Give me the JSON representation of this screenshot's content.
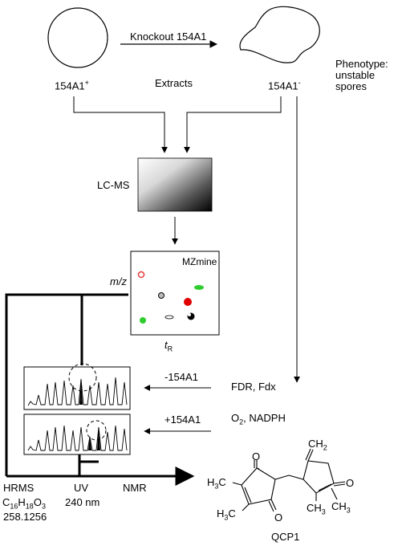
{
  "top": {
    "knockout_label": "Knockout 154A1",
    "wildtype_label": "154A1",
    "wildtype_sup": "+",
    "mutant_label": "154A1",
    "mutant_sup": "-",
    "extracts_label": "Extracts",
    "phenotype_label": "Phenotype:",
    "phenotype_line2": "unstable",
    "phenotype_line3": "spores"
  },
  "lcms": {
    "label": "LC-MS"
  },
  "mzmine": {
    "label": "MZmine",
    "y_axis": "m/z",
    "x_axis_main": "t",
    "x_axis_sub": "R",
    "spot_colors": [
      "#e53a3a",
      "#2ecc2e",
      "#e00000",
      "#999999",
      "#000000"
    ]
  },
  "chromatograms": {
    "minus_label": "-154A1",
    "plus_label": "+154A1"
  },
  "cofactors": {
    "line1": "FDR, Fdx",
    "line2_main": "O",
    "line2_sub": "2",
    "line2_rest": ", NADPH"
  },
  "analysis": {
    "hrms": "HRMS",
    "uv": "UV",
    "nmr": "NMR",
    "formula_c": "C",
    "formula_c_sub": "16",
    "formula_h": "H",
    "formula_h_sub": "18",
    "formula_o": "O",
    "formula_o_sub": "3",
    "mass": "258.1256",
    "wavelength": "240 nm"
  },
  "molecule": {
    "name": "QCP1",
    "ch2_main": "CH",
    "ch2_sub": "2",
    "h3c_main_a": "H",
    "h3c_sub_a": "3",
    "h3c_rest_a": "C",
    "h3c_main_b": "H",
    "h3c_sub_b": "3",
    "h3c_rest_b": "C",
    "ch3_main_a": "CH",
    "ch3_sub_a": "3",
    "ch3_main_b": "CH",
    "ch3_sub_b": "3",
    "oxygen": "O"
  }
}
